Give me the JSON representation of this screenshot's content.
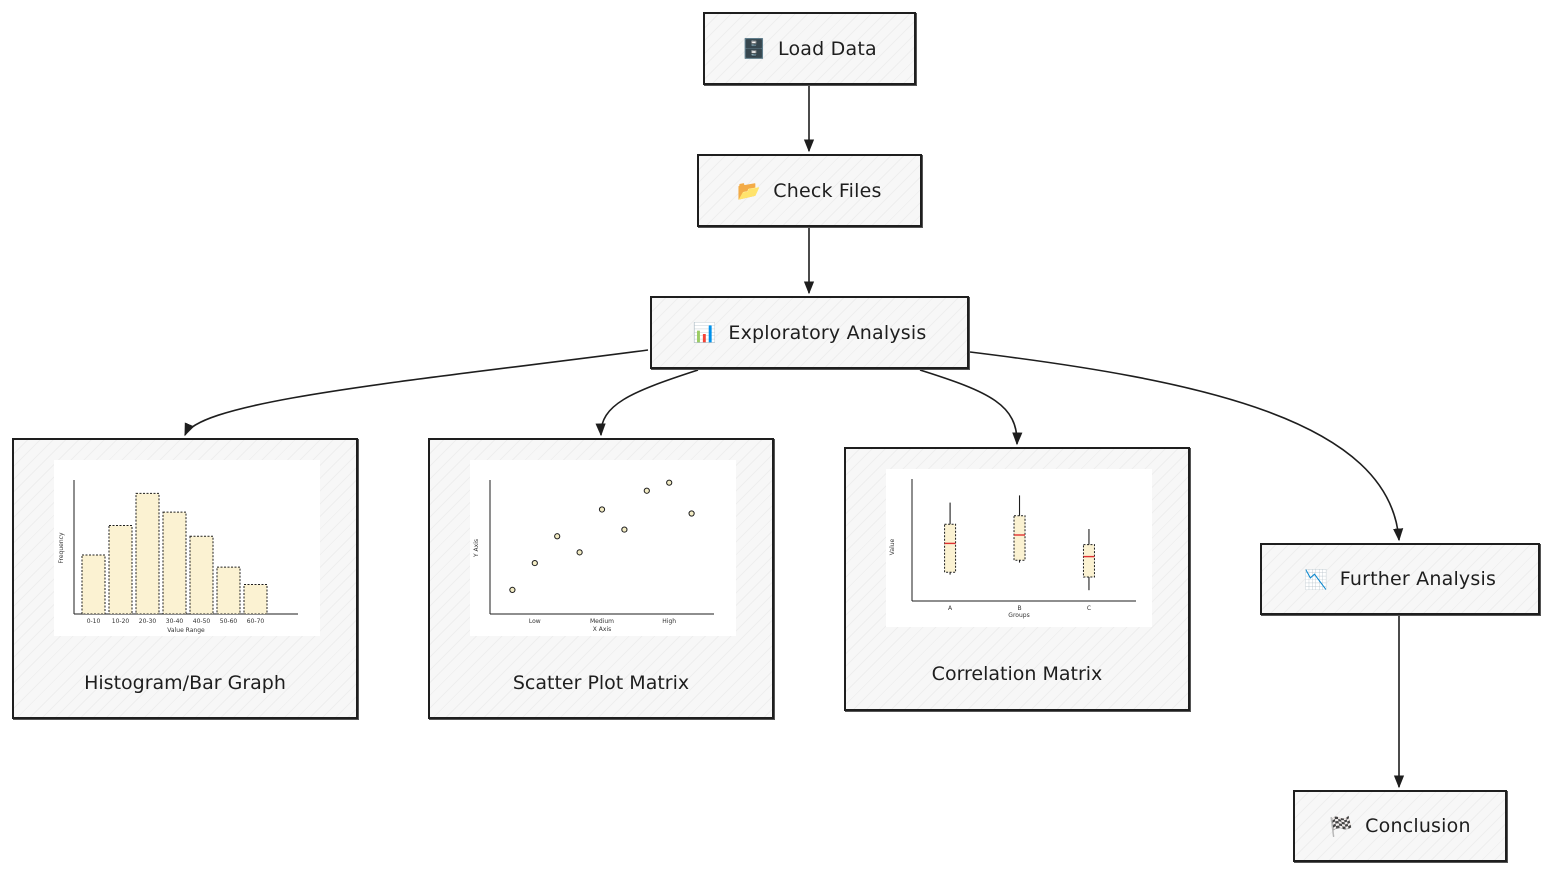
{
  "nodes": {
    "load_data": {
      "label": "Load Data",
      "icon": "file-cabinet-icon",
      "glyph": "🗄️"
    },
    "check_files": {
      "label": "Check Files",
      "icon": "open-folder-icon",
      "glyph": "📂"
    },
    "exploratory": {
      "label": "Exploratory Analysis",
      "icon": "bar-chart-icon",
      "glyph": "📊"
    },
    "further": {
      "label": "Further Analysis",
      "icon": "chart-decreasing-icon",
      "glyph": "📉"
    },
    "conclusion": {
      "label": "Conclusion",
      "icon": "checkered-flag-icon",
      "glyph": "🏁"
    }
  },
  "cards": {
    "histogram": {
      "title": "Histogram/Bar Graph",
      "chart": {
        "type": "bar",
        "categories": [
          "0-10",
          "10-20",
          "20-30",
          "30-40",
          "40-50",
          "50-60",
          "60-70"
        ],
        "values": [
          44,
          66,
          90,
          76,
          58,
          35,
          22
        ],
        "ymax": 100,
        "xlabel": "Value Range",
        "ylabel": "Frequency"
      }
    },
    "scatter": {
      "title": "Scatter Plot Matrix",
      "chart": {
        "type": "scatter",
        "tick_labels": [
          "Low",
          "Medium",
          "High"
        ],
        "points": [
          [
            0.1,
            0.18
          ],
          [
            0.2,
            0.38
          ],
          [
            0.3,
            0.58
          ],
          [
            0.4,
            0.46
          ],
          [
            0.5,
            0.78
          ],
          [
            0.6,
            0.63
          ],
          [
            0.7,
            0.92
          ],
          [
            0.8,
            0.98
          ],
          [
            0.9,
            0.75
          ]
        ],
        "xlabel": "X Axis",
        "ylabel": "Y Axis"
      }
    },
    "correlation": {
      "title": "Correlation Matrix",
      "chart": {
        "type": "box",
        "categories": [
          "A",
          "B",
          "C"
        ],
        "boxes": [
          {
            "min": 0.22,
            "q1": 0.24,
            "median": 0.48,
            "q3": 0.64,
            "max": 0.82
          },
          {
            "min": 0.32,
            "q1": 0.34,
            "median": 0.55,
            "q3": 0.71,
            "max": 0.88
          },
          {
            "min": 0.09,
            "q1": 0.2,
            "median": 0.37,
            "q3": 0.47,
            "max": 0.6
          }
        ],
        "xlabel": "Groups",
        "ylabel": "Value"
      }
    }
  },
  "colors": {
    "stroke": "#1e1e1e",
    "bar_fill": "#fbf2d2",
    "median": "#e03131",
    "point_fill": "#f3ecc4"
  }
}
